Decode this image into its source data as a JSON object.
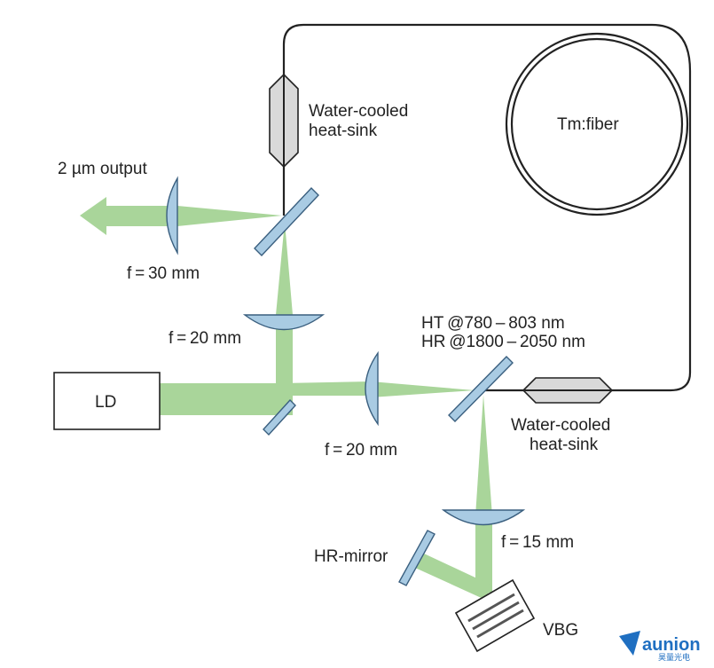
{
  "labels": {
    "output": "2 µm output",
    "f_output_lens": "f = 30 mm",
    "f_vertical_lens": "f = 20 mm",
    "f_horizontal_lens": "f = 20 mm",
    "f_vbg_lens": "f = 15 mm",
    "ld": "LD",
    "heat_sink_top_line1": "Water-cooled",
    "heat_sink_top_line2": "heat-sink",
    "heat_sink_right_line1": "Water-cooled",
    "heat_sink_right_line2": "heat-sink",
    "dichroic_line1": "HT @780 – 803 nm",
    "dichroic_line2": "HR @1800 – 2050 nm",
    "fiber": "Tm:fiber",
    "hr_mirror": "HR-mirror",
    "vbg": "VBG"
  },
  "watermark": {
    "brand": "aunion",
    "sub": "昊量光电"
  },
  "colors": {
    "beam": "#a9d59a",
    "optic_fill": "#a9cbe3",
    "optic_stroke": "#3a5f7f",
    "fiber": "#222222",
    "heatsink_fill": "#d9d9d9",
    "watermark": "#1f6fc1"
  }
}
